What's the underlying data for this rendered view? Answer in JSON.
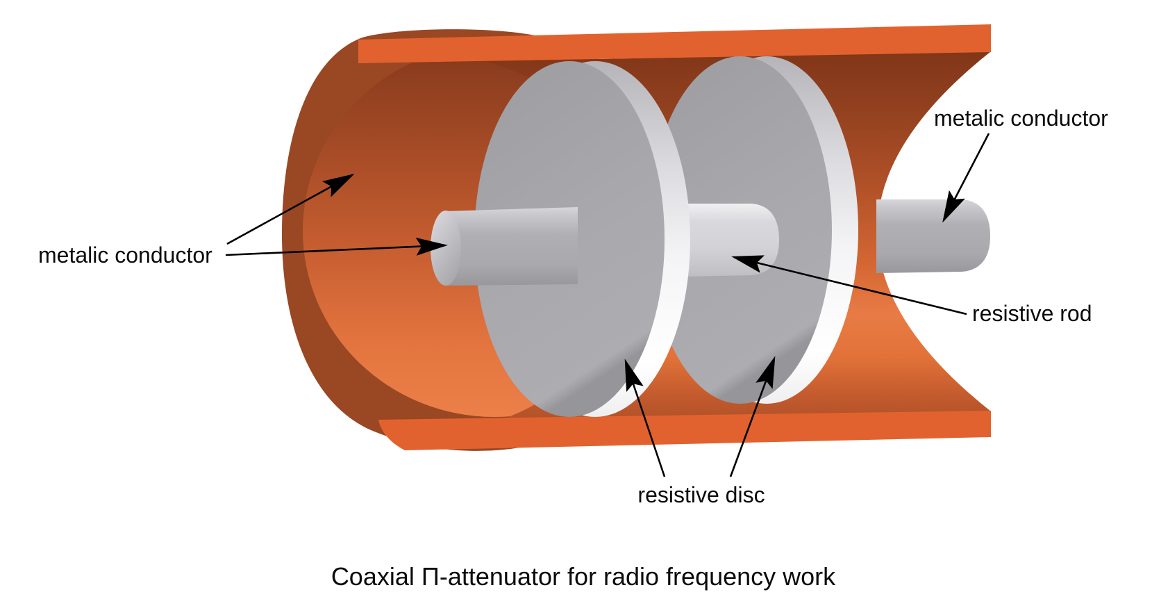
{
  "diagram": {
    "caption": "Coaxial Π-attenuator for radio frequency work",
    "labels": {
      "metalic_conductor_left": "metalic conductor",
      "metalic_conductor_right": "metalic conductor",
      "resistive_rod": "resistive rod",
      "resistive_disc": "resistive disc"
    },
    "colors": {
      "copper_bright": "#e2622f",
      "copper_dark_rim": "#9a4723",
      "interior_shadow_top": "#7a3216",
      "interior_highlight": "#ec8049",
      "disc_face_gray": "#a9a9ad",
      "disc_rim_white": "#ffffff",
      "rod_gray": "#b0b0b4",
      "center_rod_light": "#d9d9dd",
      "line_black": "#000000",
      "background": "#ffffff"
    }
  }
}
